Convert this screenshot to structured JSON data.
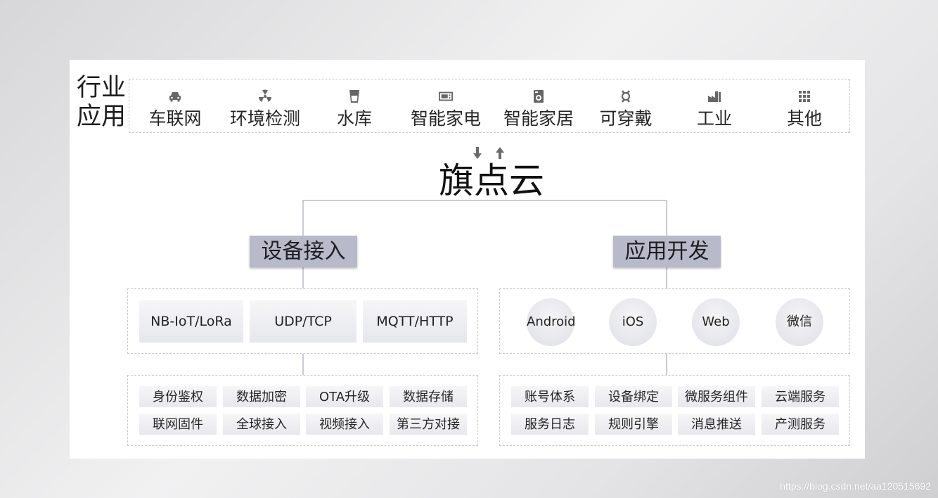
{
  "industry": {
    "title_line1": "行业",
    "title_line2": "应用",
    "items": [
      {
        "label": "车联网",
        "icon": "car-icon"
      },
      {
        "label": "环境检测",
        "icon": "radiation-icon"
      },
      {
        "label": "水库",
        "icon": "water-cup-icon"
      },
      {
        "label": "智能家电",
        "icon": "appliance-icon"
      },
      {
        "label": "智能家居",
        "icon": "home-device-icon"
      },
      {
        "label": "可穿戴",
        "icon": "wearable-icon"
      },
      {
        "label": "工业",
        "icon": "factory-icon"
      },
      {
        "label": "其他",
        "icon": "grid-icon"
      }
    ]
  },
  "brand": "旗点云",
  "device_access": {
    "title": "设备接入",
    "protocols": [
      "NB-IoT/LoRa",
      "UDP/TCP",
      "MQTT/HTTP"
    ],
    "features": [
      "身份鉴权",
      "数据加密",
      "OTA升级",
      "数据存储",
      "联网固件",
      "全球接入",
      "视频接入",
      "第三方对接"
    ]
  },
  "app_dev": {
    "title": "应用开发",
    "platforms": [
      "Android",
      "iOS",
      "Web",
      "微信"
    ],
    "features": [
      "账号体系",
      "设备绑定",
      "微服务组件",
      "云端服务",
      "服务日志",
      "规则引擎",
      "消息推送",
      "产测服务"
    ]
  },
  "watermark": "https://blog.csdn.net/aa120515692",
  "colors": {
    "section_header": "#b8bac9",
    "background": "#e9e9eb",
    "card": "#ffffff"
  }
}
